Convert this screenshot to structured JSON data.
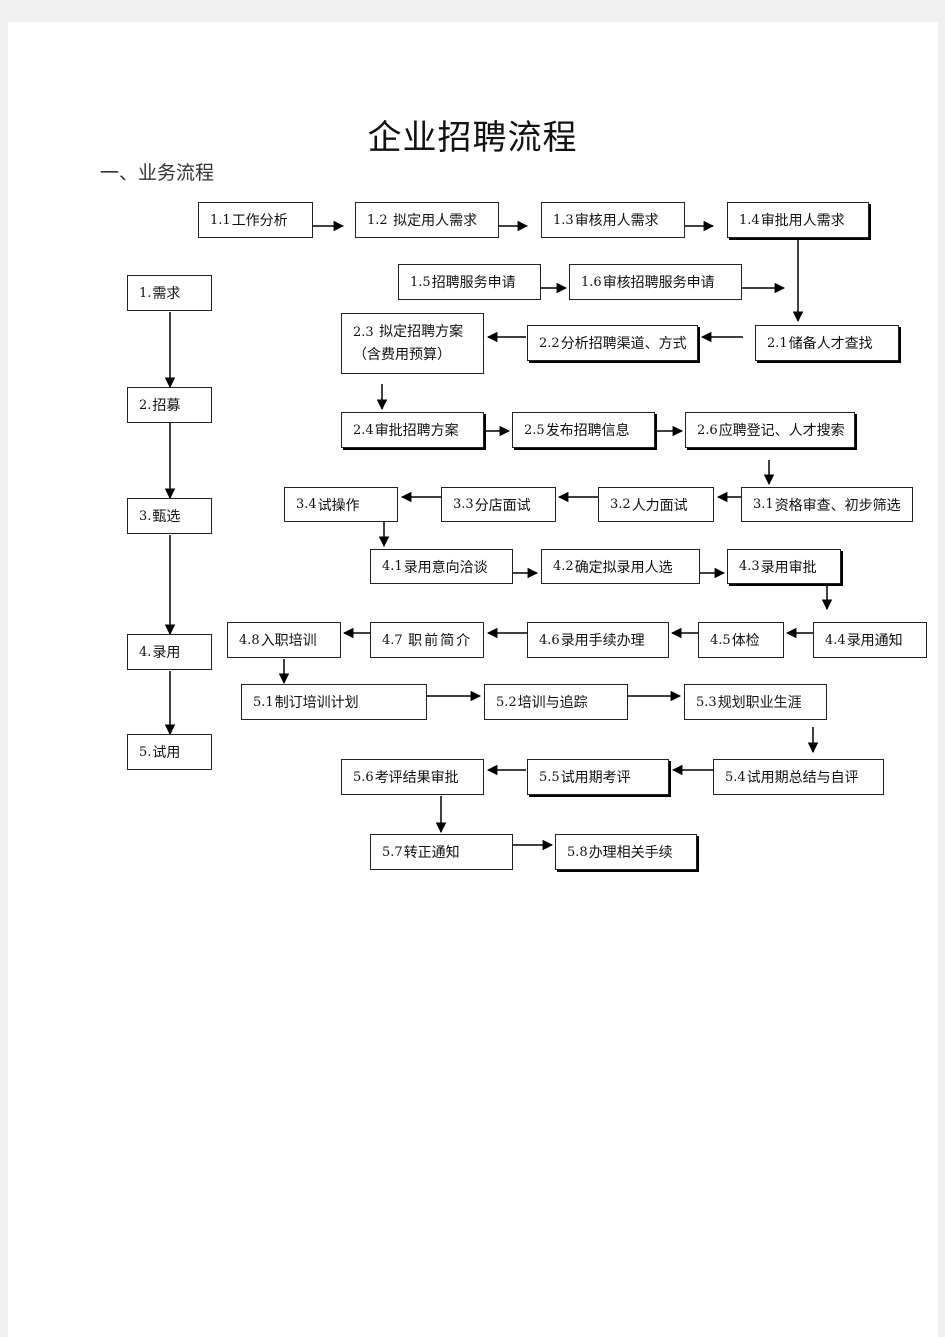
{
  "document": {
    "title": "企业招聘流程",
    "section_heading": "一、业务流程"
  },
  "stages": [
    {
      "num": "1.",
      "label": "需求"
    },
    {
      "num": "2.",
      "label": "招募"
    },
    {
      "num": "3.",
      "label": "甄选"
    },
    {
      "num": "4.",
      "label": "录用"
    },
    {
      "num": "5.",
      "label": "试用"
    }
  ],
  "steps": {
    "s1_1": {
      "num": "1.1",
      "label": "工作分析"
    },
    "s1_2": {
      "num": "1.2",
      "label": "拟定用人需求"
    },
    "s1_3": {
      "num": "1.3",
      "label": "审核用人需求"
    },
    "s1_4": {
      "num": "1.4",
      "label": "审批用人需求"
    },
    "s1_5": {
      "num": "1.5",
      "label": "招聘服务申请"
    },
    "s1_6": {
      "num": "1.6",
      "label": "审核招聘服务申请"
    },
    "s2_1": {
      "num": "2.1",
      "label": "储备人才查找"
    },
    "s2_2": {
      "num": "2.2",
      "label": "分析招聘渠道、方式"
    },
    "s2_3": {
      "num": "2.3",
      "label": "拟定招聘方案",
      "line2": "（含费用预算）"
    },
    "s2_4": {
      "num": "2.4",
      "label": "审批招聘方案"
    },
    "s2_5": {
      "num": "2.5",
      "label": "发布招聘信息"
    },
    "s2_6": {
      "num": "2.6",
      "label": "应聘登记、人才搜索"
    },
    "s3_1": {
      "num": "3.1",
      "label": "资格审查、初步筛选"
    },
    "s3_2": {
      "num": "3.2",
      "label": "人力面试"
    },
    "s3_3": {
      "num": "3.3",
      "label": "分店面试"
    },
    "s3_4": {
      "num": "3.4",
      "label": "试操作"
    },
    "s4_1": {
      "num": "4.1",
      "label": "录用意向洽谈"
    },
    "s4_2": {
      "num": "4.2",
      "label": "确定拟录用人选"
    },
    "s4_3": {
      "num": "4.3",
      "label": "录用审批"
    },
    "s4_4": {
      "num": "4.4",
      "label": "录用通知"
    },
    "s4_5": {
      "num": "4.5",
      "label": "体检"
    },
    "s4_6": {
      "num": "4.6",
      "label": "录用手续办理"
    },
    "s4_7": {
      "num": "4.7",
      "label": "职前简介"
    },
    "s4_8": {
      "num": "4.8",
      "label": "入职培训"
    },
    "s5_1": {
      "num": "5.1",
      "label": "制订培训计划"
    },
    "s5_2": {
      "num": "5.2",
      "label": "培训与追踪"
    },
    "s5_3": {
      "num": "5.3",
      "label": "规划职业生涯"
    },
    "s5_4": {
      "num": "5.4",
      "label": "试用期总结与自评"
    },
    "s5_5": {
      "num": "5.5",
      "label": "试用期考评"
    },
    "s5_6": {
      "num": "5.6",
      "label": "考评结果审批"
    },
    "s5_7": {
      "num": "5.7",
      "label": "转正通知"
    },
    "s5_8": {
      "num": "5.8",
      "label": "办理相关手续"
    }
  }
}
